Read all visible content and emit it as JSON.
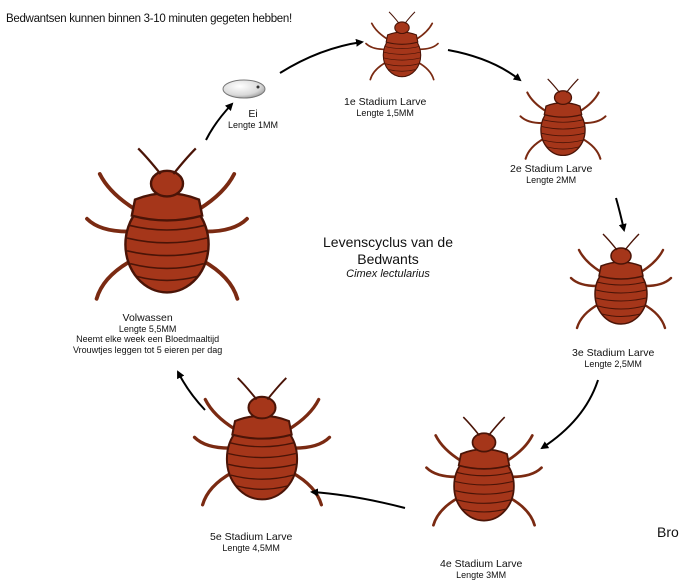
{
  "headline": "Bedwantsen kunnen binnen 3-10 minuten gegeten hebben!",
  "center": {
    "title_line1": "Levenscyclus van de",
    "title_line2": "Bedwants",
    "species": "Cimex lectularius"
  },
  "stages": {
    "egg": {
      "name": "Ei",
      "length": "Lengte 1MM"
    },
    "larva1": {
      "name": "1e Stadium Larve",
      "length": "Lengte 1,5MM"
    },
    "larva2": {
      "name": "2e Stadium Larve",
      "length": "Lengte 2MM"
    },
    "larva3": {
      "name": "3e Stadium Larve",
      "length": "Lengte 2,5MM"
    },
    "larva4": {
      "name": "4e Stadium Larve",
      "length": "Lengte 3MM"
    },
    "larva5": {
      "name": "5e Stadium Larve",
      "length": "Lengte 4,5MM"
    },
    "adult": {
      "name": "Volwassen",
      "length": "Lengte 5,5MM",
      "note1": "Neemt elke week een Bloedmaaltijd",
      "note2": "Vrouwtjes leggen tot 5 eieren per dag"
    }
  },
  "edge_text": "Bro",
  "colors": {
    "body": "#a5361a",
    "body_dark": "#6e1f0c",
    "legs": "#7a2a12",
    "egg": "#e6e6e6",
    "arrow": "#000000"
  }
}
